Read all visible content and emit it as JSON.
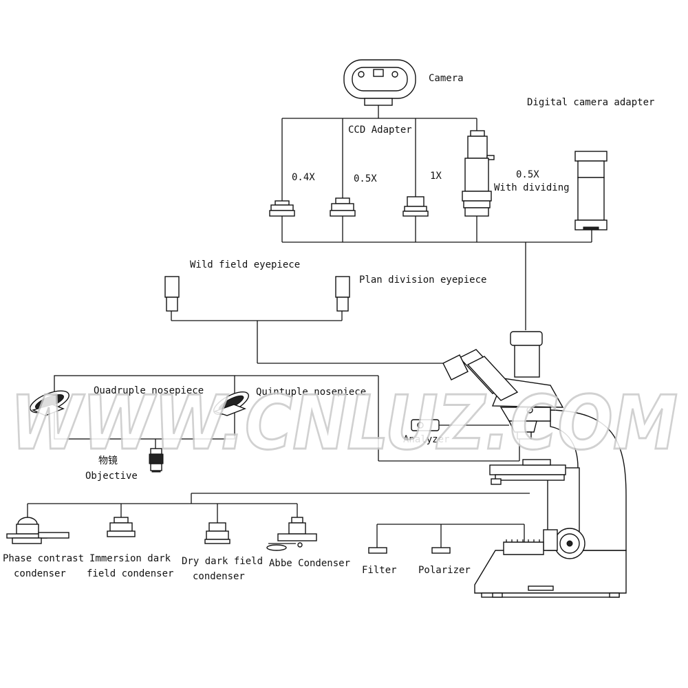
{
  "labels": {
    "camera": "Camera",
    "digital_camera_adapter": "Digital camera adapter",
    "ccd_adapter": "CCD Adapter",
    "mag_04x": "0.4X",
    "mag_05x": "0.5X",
    "mag_1x": "1X",
    "mag_05x_dividing_1": "0.5X",
    "mag_05x_dividing_2": "With dividing",
    "wild_field_eyepiece": "Wild field eyepiece",
    "plan_division_eyepiece": "Plan division eyepiece",
    "quadruple_nosepiece": "Quadruple nosepiece",
    "quintuple_nosepiece": "Quintuple nosepiece",
    "analyzer": "Analyzer",
    "objective_cn": "物镜",
    "objective": "Objective",
    "phase_contrast_1": "Phase contrast",
    "phase_contrast_2": "condenser",
    "immersion_dark_1": "Immersion dark",
    "immersion_dark_2": "field condenser",
    "dry_dark_1": "Dry dark field",
    "dry_dark_2": "condenser",
    "abbe_condenser": "Abbe Condenser",
    "filter": "Filter",
    "polarizer": "Polarizer"
  },
  "watermark": "WWW.CNLUZ.COM"
}
